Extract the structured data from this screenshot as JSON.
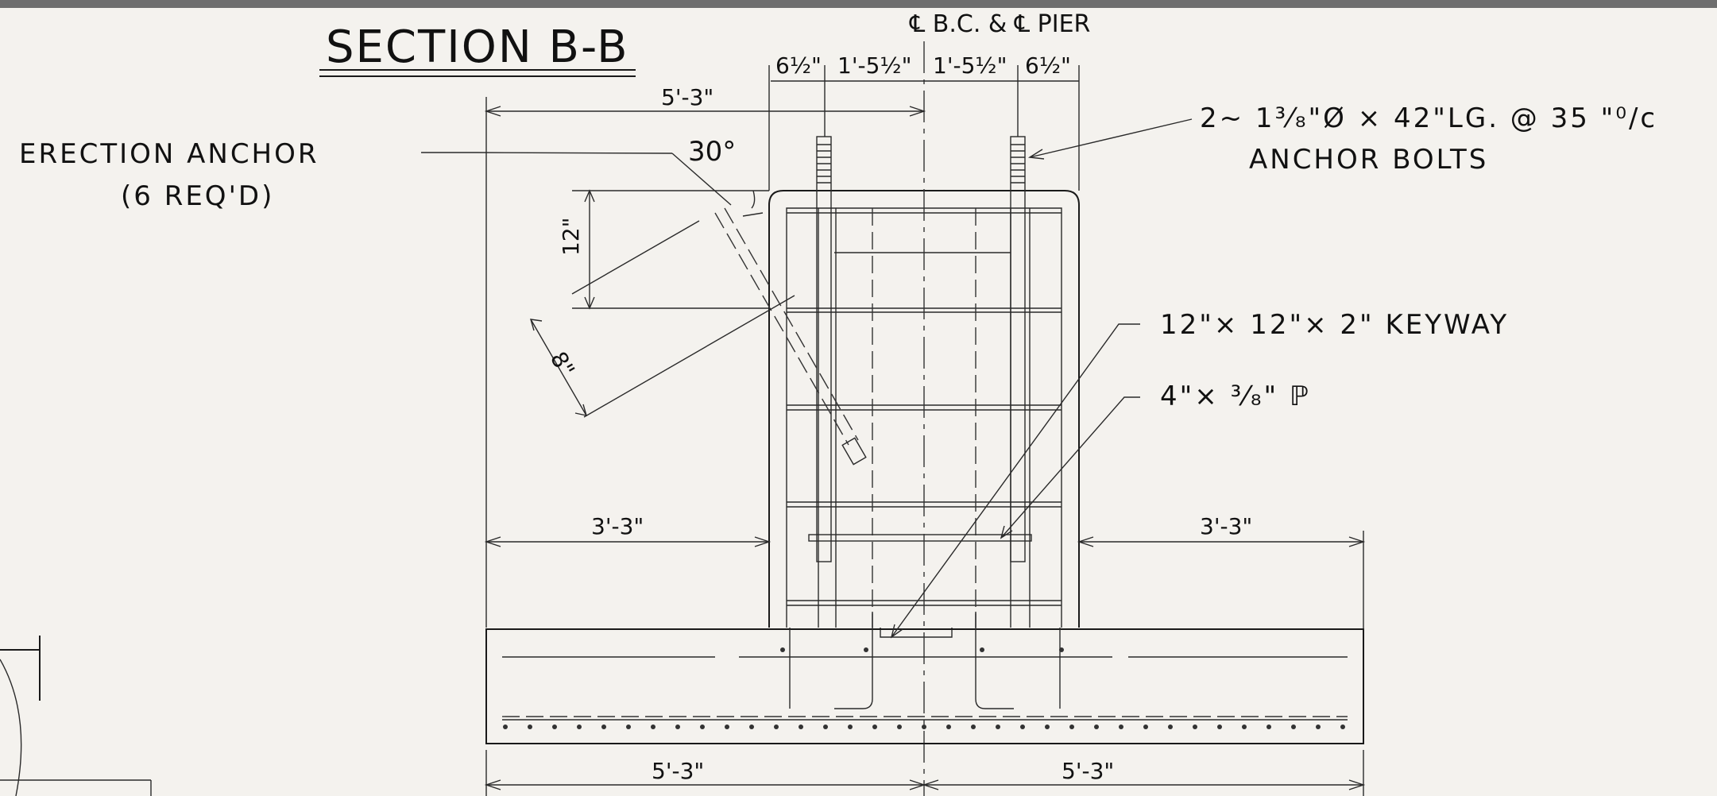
{
  "drawing": {
    "title": "SECTION  B-B",
    "centerline_label": "℄ B.C. & ℄ PIER",
    "labels": {
      "erection_anchor": "ERECTION  ANCHOR",
      "erection_anchor_qty": "(6  REQ'D)",
      "anchor_bolts_spec": "2~ 1³⁄₈\"Ø × 42\"LG. @ 35 \"⁰/c",
      "anchor_bolts": "ANCHOR  BOLTS",
      "keyway": "12\"× 12\"× 2\"  KEYWAY",
      "plate": "4\"× ³⁄₈\" ℙ"
    },
    "dimensions": {
      "top_left": "6½\"",
      "top_mid_left": "1'-5½\"",
      "top_mid_right": "1'-5½\"",
      "top_right": "6½\"",
      "upper_width": "5'-3\"",
      "angle": "30°",
      "vertical": "12\"",
      "diagonal": "8\"",
      "left_overhang": "3'-3\"",
      "right_overhang": "3'-3\"",
      "bottom_left": "5'-3\"",
      "bottom_right": "5'-3\""
    },
    "colors": {
      "paper": "#f4f2ee",
      "ink": "#111111",
      "frame": "#6e6e6e"
    }
  }
}
